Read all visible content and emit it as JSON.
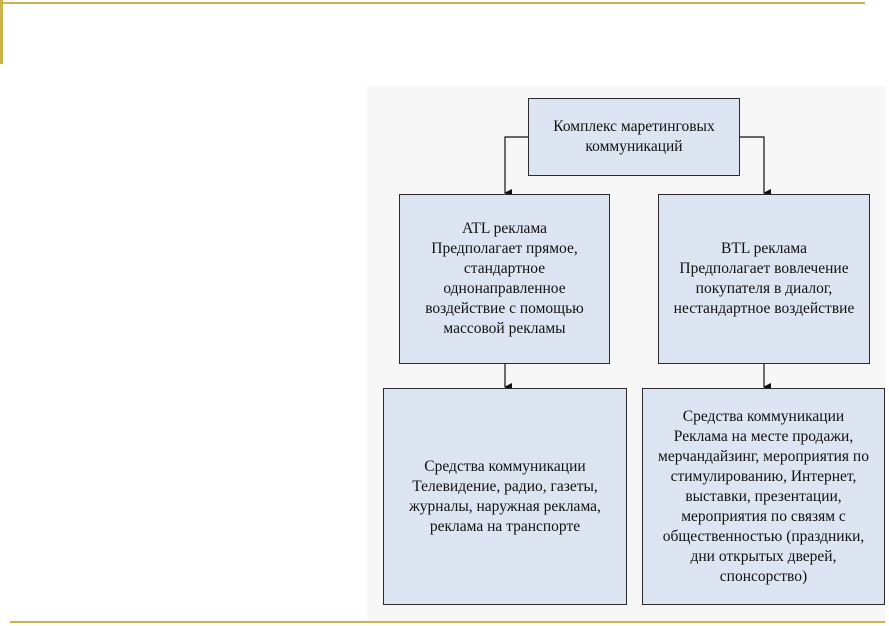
{
  "diagram": {
    "root": {
      "lines": [
        "Комплекс маретинговых",
        "коммуникаций"
      ]
    },
    "atl": {
      "lines": [
        "ATL  реклама",
        "Предполагает прямое,",
        "стандартное",
        "однонаправленное",
        "воздействие с помощью",
        "массовой рекламы"
      ]
    },
    "btl": {
      "lines": [
        "BTL  реклама",
        "Предполагает вовлечение",
        "покупателя в диалог,",
        "нестандартное воздействие"
      ]
    },
    "atl_means": {
      "lines": [
        "Средства коммуникации",
        "Телевидение, радио, газеты,",
        "журналы, наружная реклама,",
        "реклама на транспорте"
      ]
    },
    "btl_means": {
      "lines": [
        "Средства коммуникации",
        "Реклама на месте продажи,",
        "мерчандайзинг, мероприятия по",
        "стимулированию, Интернет,",
        "выставки, презентации,",
        "мероприятия по связям с",
        "общественностью (праздники,",
        "дни открытых дверей,",
        "спонсорство)"
      ]
    }
  },
  "colors": {
    "accent": "#cbb44a",
    "box_fill": "#dde5f2",
    "box_border": "#2b2b2b",
    "panel_bg": "#f7f7f7"
  }
}
